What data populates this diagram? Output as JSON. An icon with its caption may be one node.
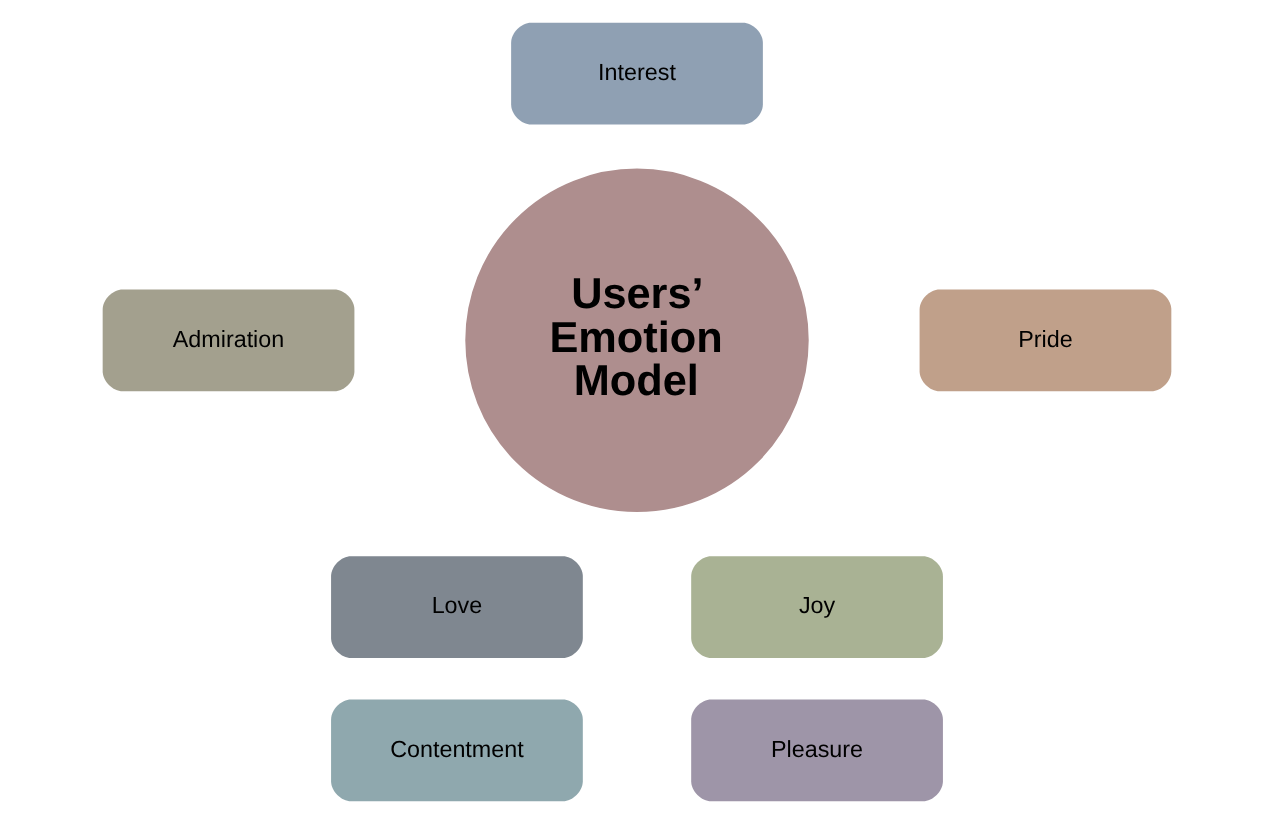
{
  "diagram": {
    "nodes": [
      {
        "text": [
          "Interest"
        ]
      },
      {
        "text": [
          "Admiration"
        ]
      },
      {
        "text": [
          "Users’ Emotion Model"
        ]
      },
      {
        "text": [
          "Pride"
        ]
      },
      {
        "text": [
          "Love"
        ]
      },
      {
        "text": [
          "Joy"
        ]
      },
      {
        "text": [
          "Contentment"
        ]
      },
      {
        "text": [
          "Pleasure"
        ]
      }
    ],
    "edges": []
  }
}
